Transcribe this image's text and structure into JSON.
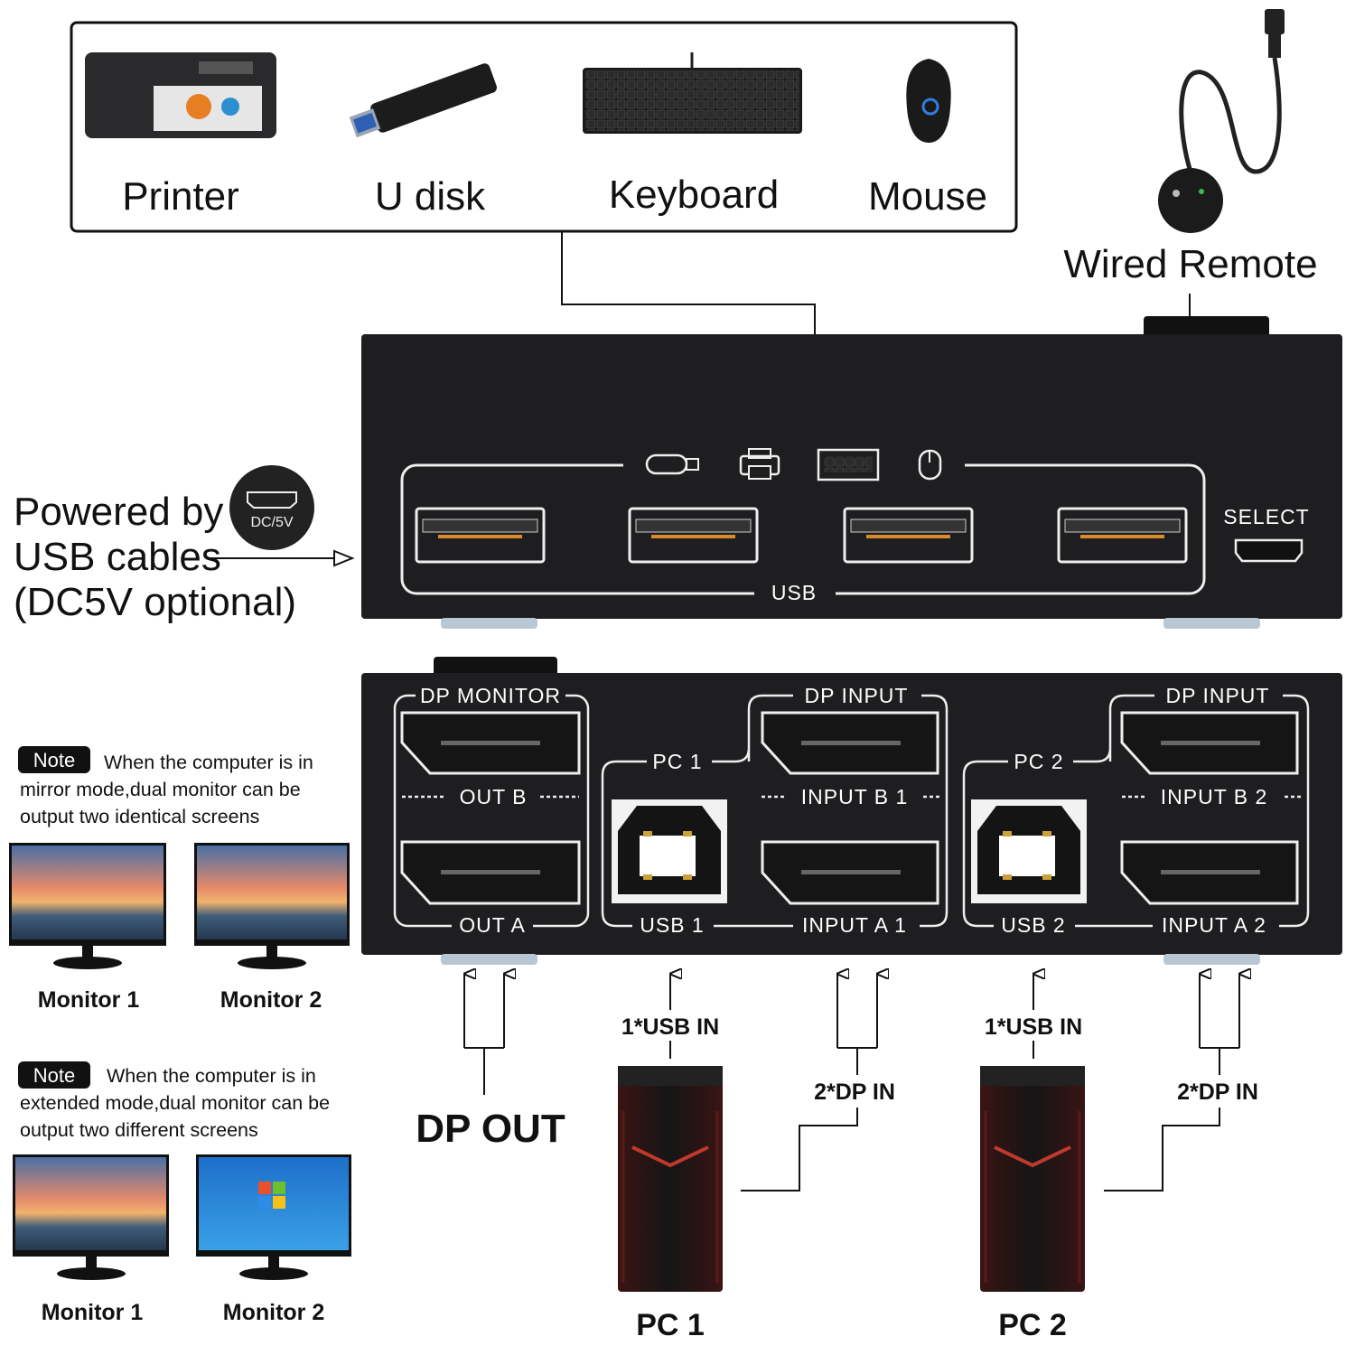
{
  "peripherals": {
    "items": [
      {
        "label": "Printer",
        "icon": "printer-icon"
      },
      {
        "label": "U disk",
        "icon": "usb-stick-icon"
      },
      {
        "label": "Keyboard",
        "icon": "keyboard-icon"
      },
      {
        "label": "Mouse",
        "icon": "mouse-icon"
      }
    ]
  },
  "remote": {
    "label": "Wired Remote"
  },
  "power": {
    "lines": [
      "Powered by",
      "USB cables",
      "(DC5V optional)"
    ],
    "badge": "DC/5V"
  },
  "front_panel": {
    "usb_label": "USB",
    "select_label": "SELECT"
  },
  "rear_panel": {
    "dp_monitor": "DP MONITOR",
    "out_b": "OUT B",
    "out_a": "OUT A",
    "pc1": "PC 1",
    "pc2": "PC 2",
    "dp_input": "DP INPUT",
    "input_b1": "INPUT B 1",
    "input_a1": "INPUT A 1",
    "usb1": "USB 1",
    "input_b2": "INPUT B 2",
    "input_a2": "INPUT A 2",
    "usb2": "USB 2"
  },
  "notes": [
    {
      "badge": "Note",
      "lines": [
        "When the computer is in",
        "mirror mode,dual monitor can be",
        "output two identical screens"
      ],
      "monitors": [
        "Monitor 1",
        "Monitor 2"
      ]
    },
    {
      "badge": "Note",
      "lines": [
        "When the computer is in",
        "extended mode,dual monitor can be",
        "output two different screens"
      ],
      "monitors": [
        "Monitor 1",
        "Monitor 2"
      ]
    }
  ],
  "connections": {
    "dp_out": "DP OUT",
    "usb_in": "1*USB  IN",
    "dp_in": "2*DP IN"
  },
  "pcs": [
    "PC 1",
    "PC 2"
  ],
  "colors": {
    "device": "#1e1e20",
    "led_orange": "#d98a2b",
    "pc_accent": "#c0392b"
  }
}
